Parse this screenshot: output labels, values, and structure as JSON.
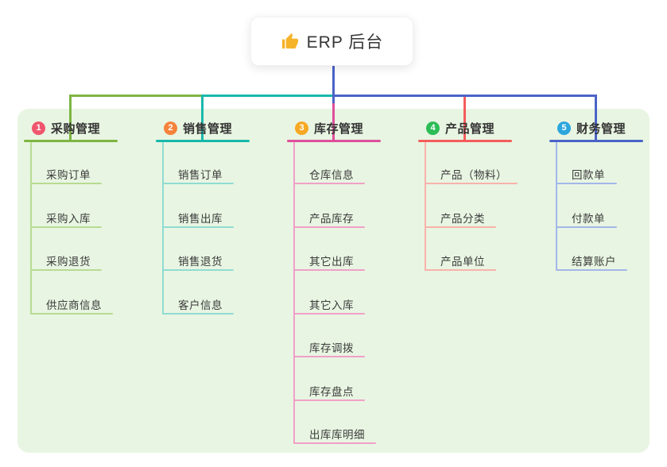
{
  "root": {
    "label": "ERP 后台",
    "icon": "thumbs-up-icon"
  },
  "colors": {
    "page_bg": "#ffffff",
    "panel_bg": "#e8f5e2",
    "root_connector": "#4a63c8",
    "title_text": "#363636",
    "node_text": "#3b3b3b",
    "thumb_icon": "#f6b42a"
  },
  "branches": [
    {
      "index": "1",
      "label": "采购管理",
      "badge_color": "#f1556d",
      "line_color": "#7db542",
      "child_line_color": "#b7db92",
      "children": [
        "采购订单",
        "采购入库",
        "采购退货",
        "供应商信息"
      ]
    },
    {
      "index": "2",
      "label": "销售管理",
      "badge_color": "#f6833c",
      "line_color": "#18b8ab",
      "child_line_color": "#90dcd2",
      "children": [
        "销售订单",
        "销售出库",
        "销售退货",
        "客户信息"
      ]
    },
    {
      "index": "3",
      "label": "库存管理",
      "badge_color": "#f7a823",
      "line_color": "#de4f9b",
      "child_line_color": "#f0a0c8",
      "children": [
        "仓库信息",
        "产品库存",
        "其它出库",
        "其它入库",
        "库存调拨",
        "库存盘点",
        "出库库明细"
      ]
    },
    {
      "index": "4",
      "label": "产品管理",
      "badge_color": "#2dbd57",
      "line_color": "#f55c5c",
      "child_line_color": "#f8b2aa",
      "children": [
        "产品（物料）",
        "产品分类",
        "产品单位"
      ]
    },
    {
      "index": "5",
      "label": "财务管理",
      "badge_color": "#2ba6de",
      "line_color": "#4a63c8",
      "child_line_color": "#a3b6e8",
      "children": [
        "回款单",
        "付款单",
        "结算账户"
      ]
    }
  ]
}
